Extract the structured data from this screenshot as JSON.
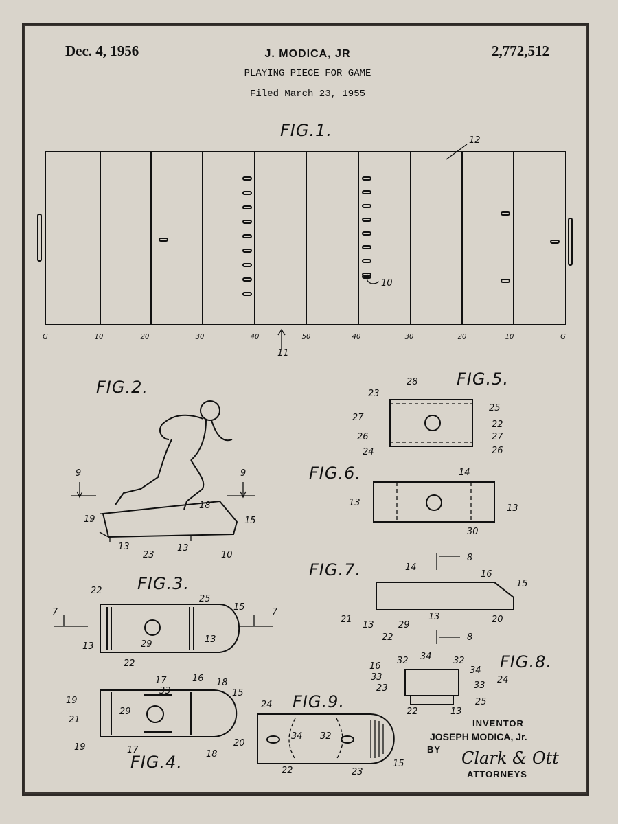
{
  "header": {
    "date": "Dec. 4, 1956",
    "inventor": "J. MODICA, JR",
    "patent_number": "2,772,512",
    "title": "PLAYING PIECE FOR GAME",
    "filed": "Filed March 23, 1955"
  },
  "figures": {
    "fig1": "FIG.1.",
    "fig2": "FIG.2.",
    "fig3": "FIG.3.",
    "fig4": "FIG.4.",
    "fig5": "FIG.5.",
    "fig6": "FIG.6.",
    "fig7": "FIG.7.",
    "fig8": "FIG.8.",
    "fig9": "FIG.9."
  },
  "yard_labels": [
    "G",
    "10",
    "20",
    "30",
    "40",
    "50",
    "40",
    "30",
    "20",
    "10",
    "G"
  ],
  "signature": {
    "inventor_label": "INVENTOR",
    "inventor_name": "JOSEPH MODICA, Jr.",
    "by": "BY",
    "attorney_signature": "Clark & Ott",
    "attorneys_label": "ATTORNEYS"
  }
}
